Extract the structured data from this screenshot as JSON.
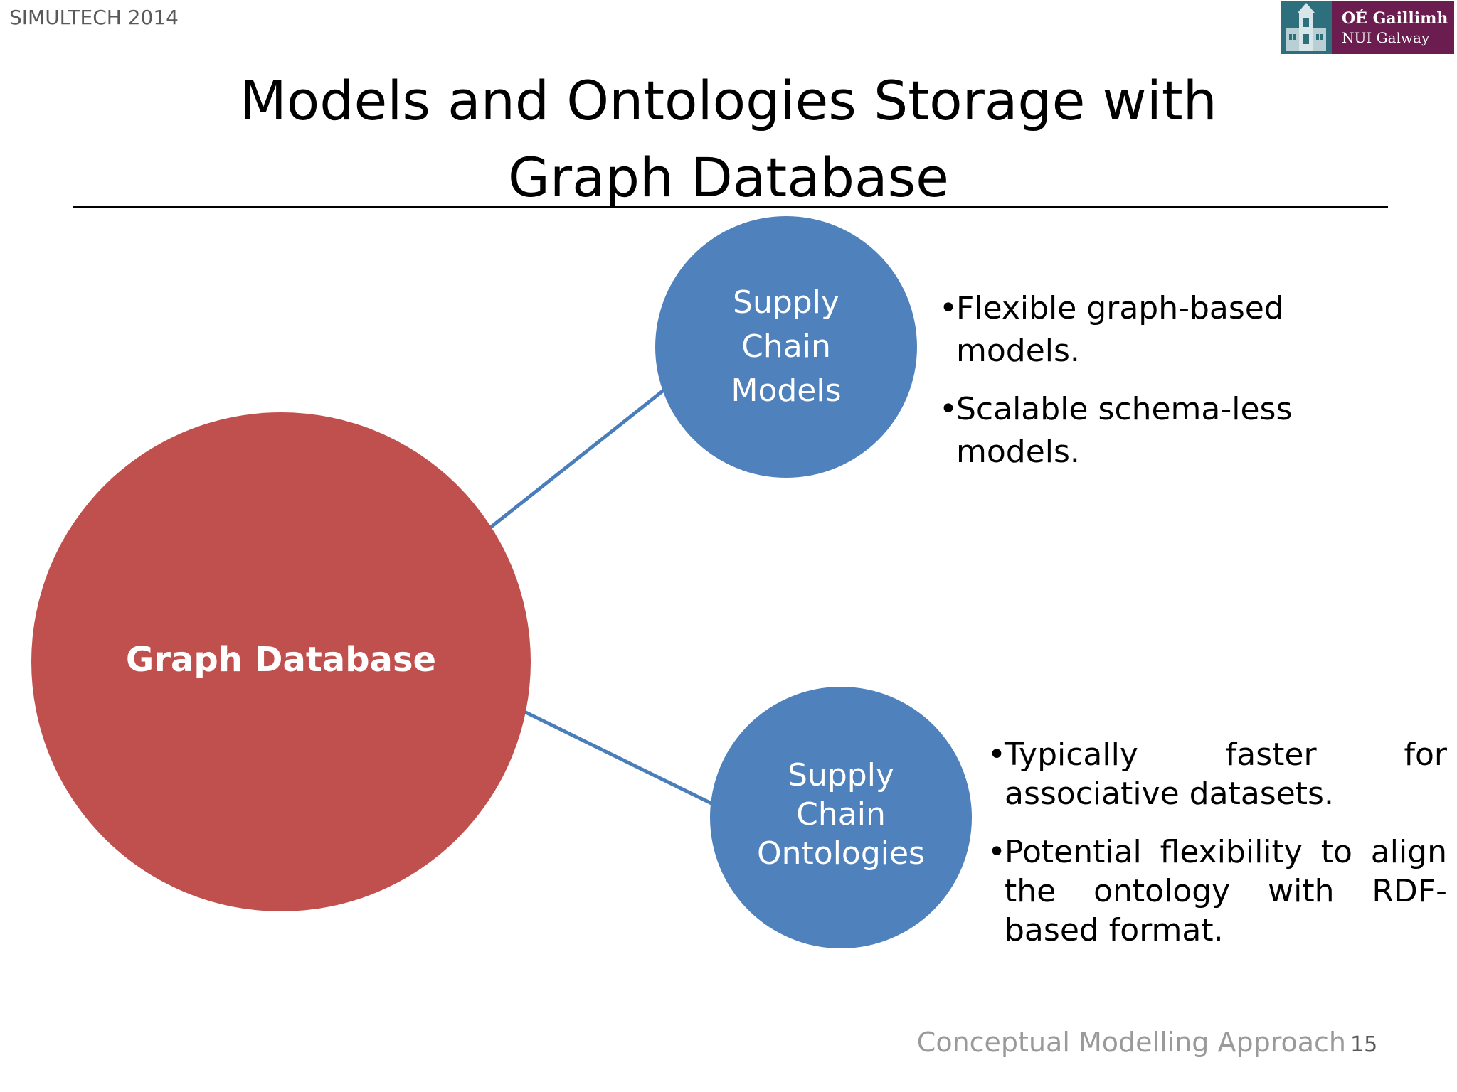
{
  "header": {
    "conference": "SIMULTECH 2014",
    "logo_line1": "OÉ Gaillimh",
    "logo_line2": "NUI Galway"
  },
  "slide": {
    "title_line1": "Models and Ontologies Storage with",
    "title_line2": "Graph Database"
  },
  "diagram": {
    "central_node": "Graph Database",
    "models_node": [
      "Supply",
      "Chain",
      "Models"
    ],
    "ontologies_node": [
      "Supply",
      "Chain",
      "Ontologies"
    ],
    "models_bullets": [
      "Flexible graph-based models.",
      "Scalable schema-less models."
    ],
    "ontologies_bullets": [
      "Typically faster for associative datasets.",
      "Potential flexibility to align the ontology with RDF-based format."
    ],
    "bullet_symbol": "•"
  },
  "footer": {
    "section": "Conceptual Modelling Approach",
    "page": "15"
  },
  "colors": {
    "central_node": "#c0504d",
    "child_node": "#4f81bd",
    "connector": "#4a7ebb",
    "logo_crest": "#2e6f7e",
    "logo_text_bg": "#6b1d4f"
  }
}
